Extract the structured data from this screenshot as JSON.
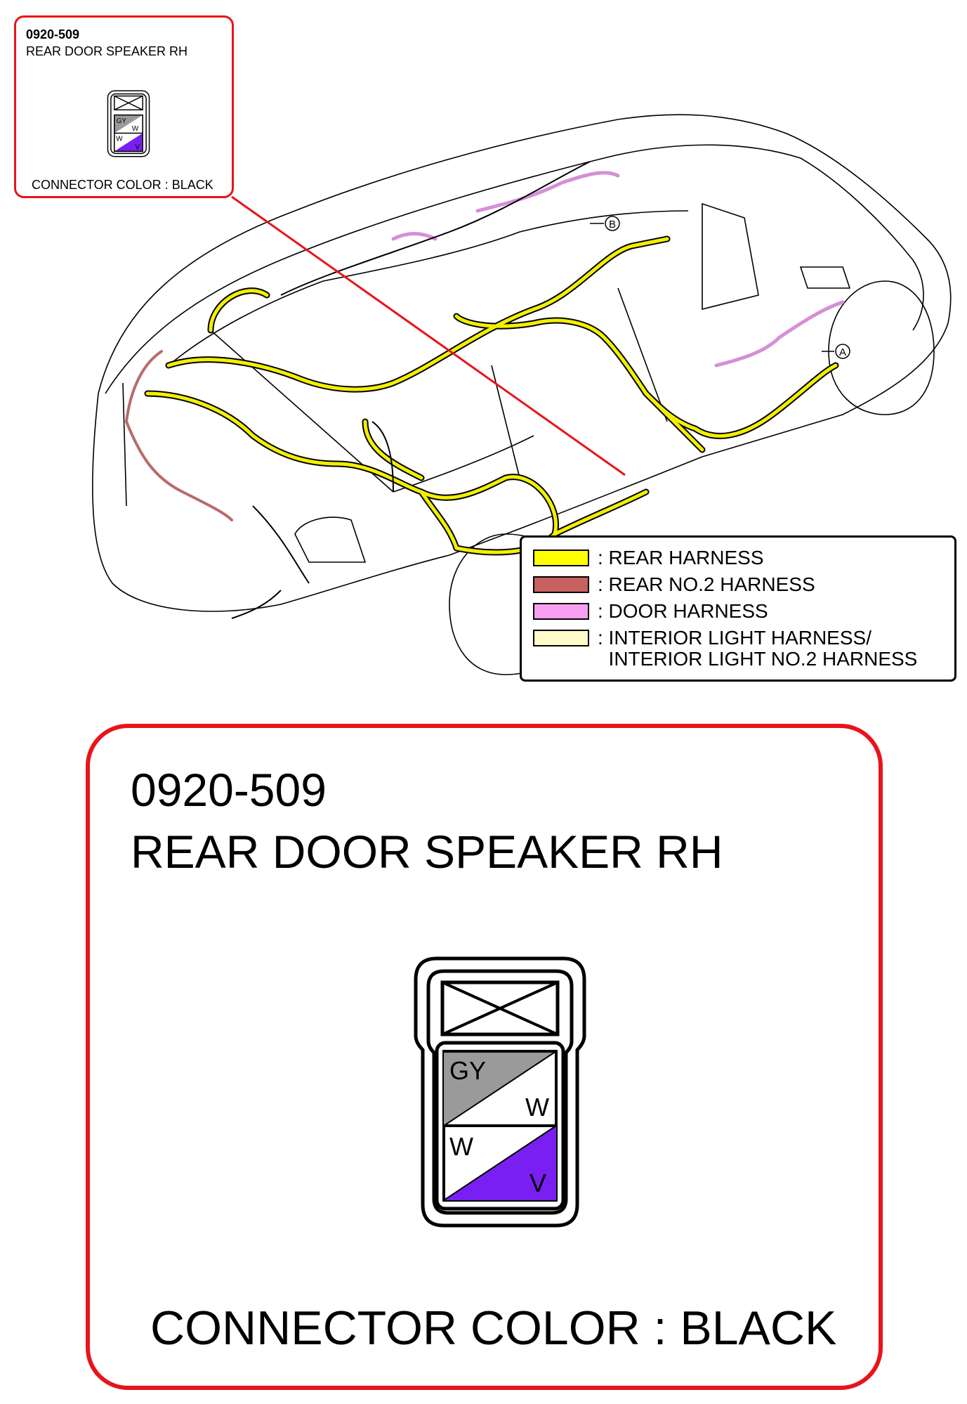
{
  "small_callout": {
    "connector_code": "0920-509",
    "connector_name": "REAR DOOR SPEAKER RH",
    "connector_color": "CONNECTOR COLOR : BLACK"
  },
  "big_callout": {
    "connector_code": "0920-509",
    "connector_name": "REAR DOOR SPEAKER RH",
    "connector_color": "CONNECTOR COLOR : BLACK"
  },
  "connector_pins": [
    {
      "top": "GY",
      "bottom": "W",
      "top_color": "#9a9a9a",
      "bottom_color": "#ffffff"
    },
    {
      "top": "W",
      "bottom": "V",
      "top_color": "#ffffff",
      "bottom_color": "#7a1ff2"
    }
  ],
  "location_markers": [
    "B",
    "A"
  ],
  "legend": [
    {
      "label": ": REAR HARNESS",
      "color": "#ffff00"
    },
    {
      "label": ": REAR NO.2 HARNESS",
      "color": "#c8605f"
    },
    {
      "label": ": DOOR HARNESS",
      "color": "#f79ef0"
    },
    {
      "label": ": INTERIOR LIGHT HARNESS/\n  INTERIOR LIGHT NO.2 HARNESS",
      "color": "#fffbc8"
    }
  ],
  "colors": {
    "callout_border": "#e8141b",
    "leader_line": "#e8141b",
    "rear_harness": "#f2f000",
    "rear_no2_harness": "#b86b6b",
    "door_harness": "#d58fd8"
  }
}
